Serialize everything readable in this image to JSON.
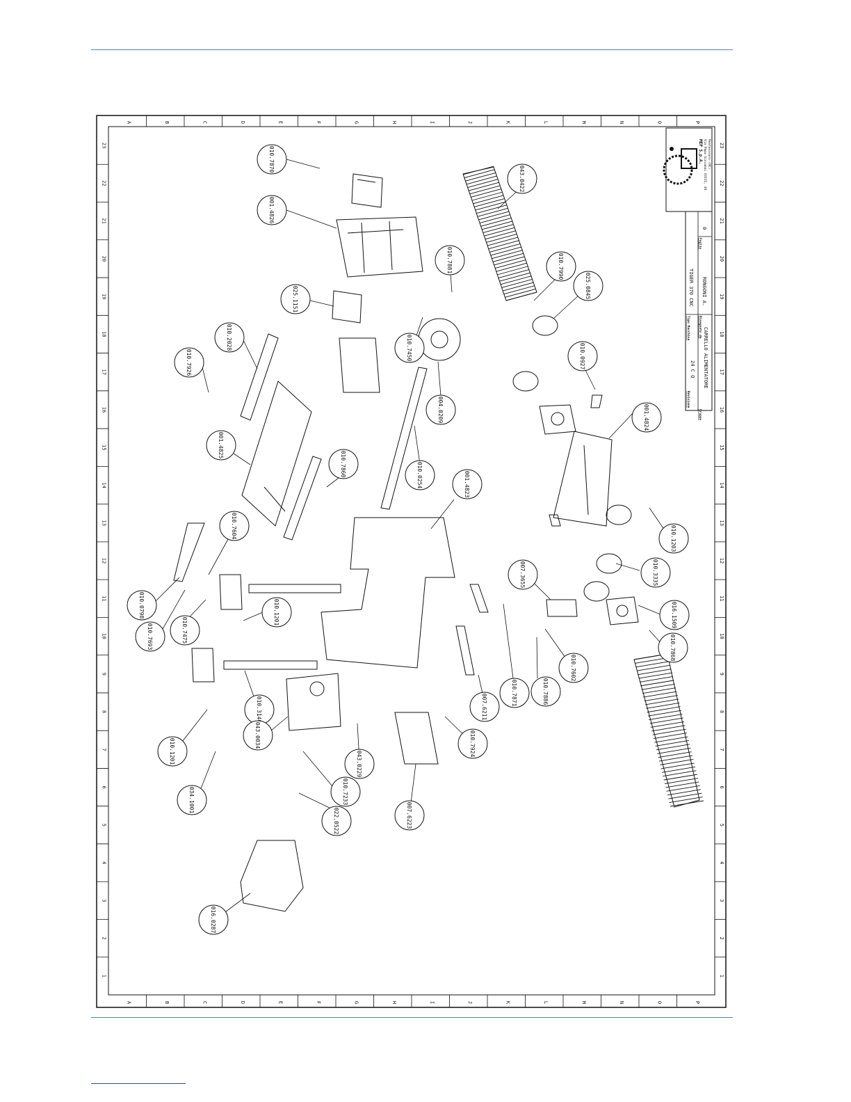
{
  "border": {
    "column_letters": [
      "A",
      "B",
      "C",
      "D",
      "E",
      "F",
      "G",
      "H",
      "I",
      "J",
      "K",
      "L",
      "M",
      "N",
      "O",
      "P"
    ],
    "row_numbers": [
      "23",
      "22",
      "21",
      "20",
      "19",
      "18",
      "17",
      "16",
      "15",
      "14",
      "13",
      "12",
      "11",
      "10",
      "9",
      "8",
      "7",
      "6",
      "5",
      "4",
      "3",
      "2",
      "1"
    ]
  },
  "parts": [
    {
      "id": "010.7870"
    },
    {
      "id": "001.4826"
    },
    {
      "id": "025.1151"
    },
    {
      "id": "010.2028"
    },
    {
      "id": "010.7926"
    },
    {
      "id": "001.4825"
    },
    {
      "id": "010.7860"
    },
    {
      "id": "010.0798"
    },
    {
      "id": "010.7604"
    },
    {
      "id": "010.7693"
    },
    {
      "id": "010.7475"
    },
    {
      "id": "010.1201"
    },
    {
      "id": "010.3140"
    },
    {
      "id": "043.0034"
    },
    {
      "id": "010.1201"
    },
    {
      "id": "034.1001"
    },
    {
      "id": "022.0522"
    },
    {
      "id": "010.7233"
    },
    {
      "id": "043.0229"
    },
    {
      "id": "010.7924"
    },
    {
      "id": "007.6223"
    },
    {
      "id": "007.6211"
    },
    {
      "id": "010.7871"
    },
    {
      "id": "010.7881"
    },
    {
      "id": "010.7450"
    },
    {
      "id": "004.0209"
    },
    {
      "id": "010.0254"
    },
    {
      "id": "001.4823"
    },
    {
      "id": "043.0422"
    },
    {
      "id": "010.7990"
    },
    {
      "id": "025.0845"
    },
    {
      "id": "010.0927"
    },
    {
      "id": "001.4824"
    },
    {
      "id": "010.1203"
    },
    {
      "id": "010.3335"
    },
    {
      "id": "016.1509"
    },
    {
      "id": "010.7868"
    },
    {
      "id": "010.7602"
    },
    {
      "id": "010.7886"
    },
    {
      "id": "007.3655"
    },
    {
      "id": "016.0287"
    }
  ],
  "title_block": {
    "company": "MEP S.p.A.",
    "address_1": "Via Papa Giovanni XXIII, 49",
    "address_2": "Montecosaro (MC)",
    "model_label": "Tipo Macchina",
    "model": "TIGER 370 CNC",
    "version_label": "Revisione",
    "version": "24 C Q",
    "drawn_label": "Disegnato da",
    "drawn_by": "RONGONI A.",
    "group_label": "Gruppo",
    "group": "CARRELLO ALIMENTATORE",
    "sheet_label": "Foglio",
    "sheet": "0"
  },
  "colors": {
    "rule": "#4a7fc0",
    "ink": "#111111"
  }
}
